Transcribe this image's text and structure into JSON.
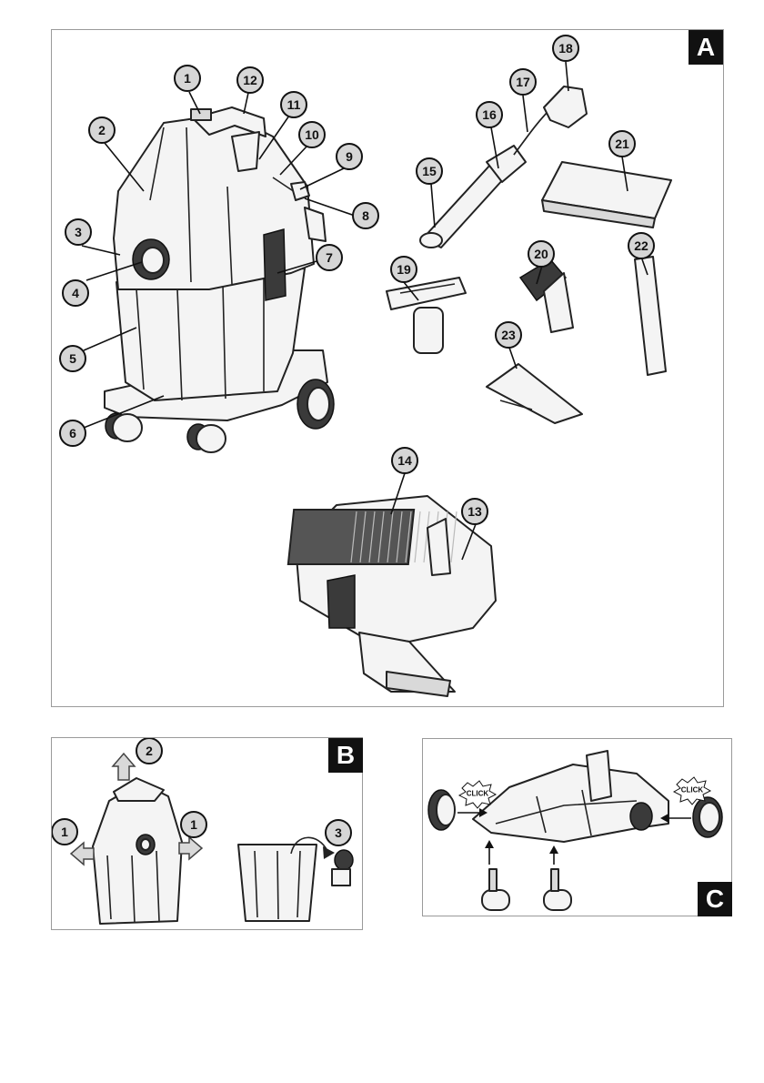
{
  "panels": {
    "a": {
      "tag": "A"
    },
    "b": {
      "tag": "B"
    },
    "c": {
      "tag": "C"
    }
  },
  "callouts_a": [
    "1",
    "2",
    "3",
    "4",
    "5",
    "6",
    "7",
    "8",
    "9",
    "10",
    "11",
    "12",
    "13",
    "14",
    "15",
    "16",
    "17",
    "18",
    "19",
    "20",
    "21",
    "22",
    "23"
  ],
  "callouts_b": [
    "1",
    "1",
    "2",
    "3"
  ],
  "click_label": "CLICK"
}
